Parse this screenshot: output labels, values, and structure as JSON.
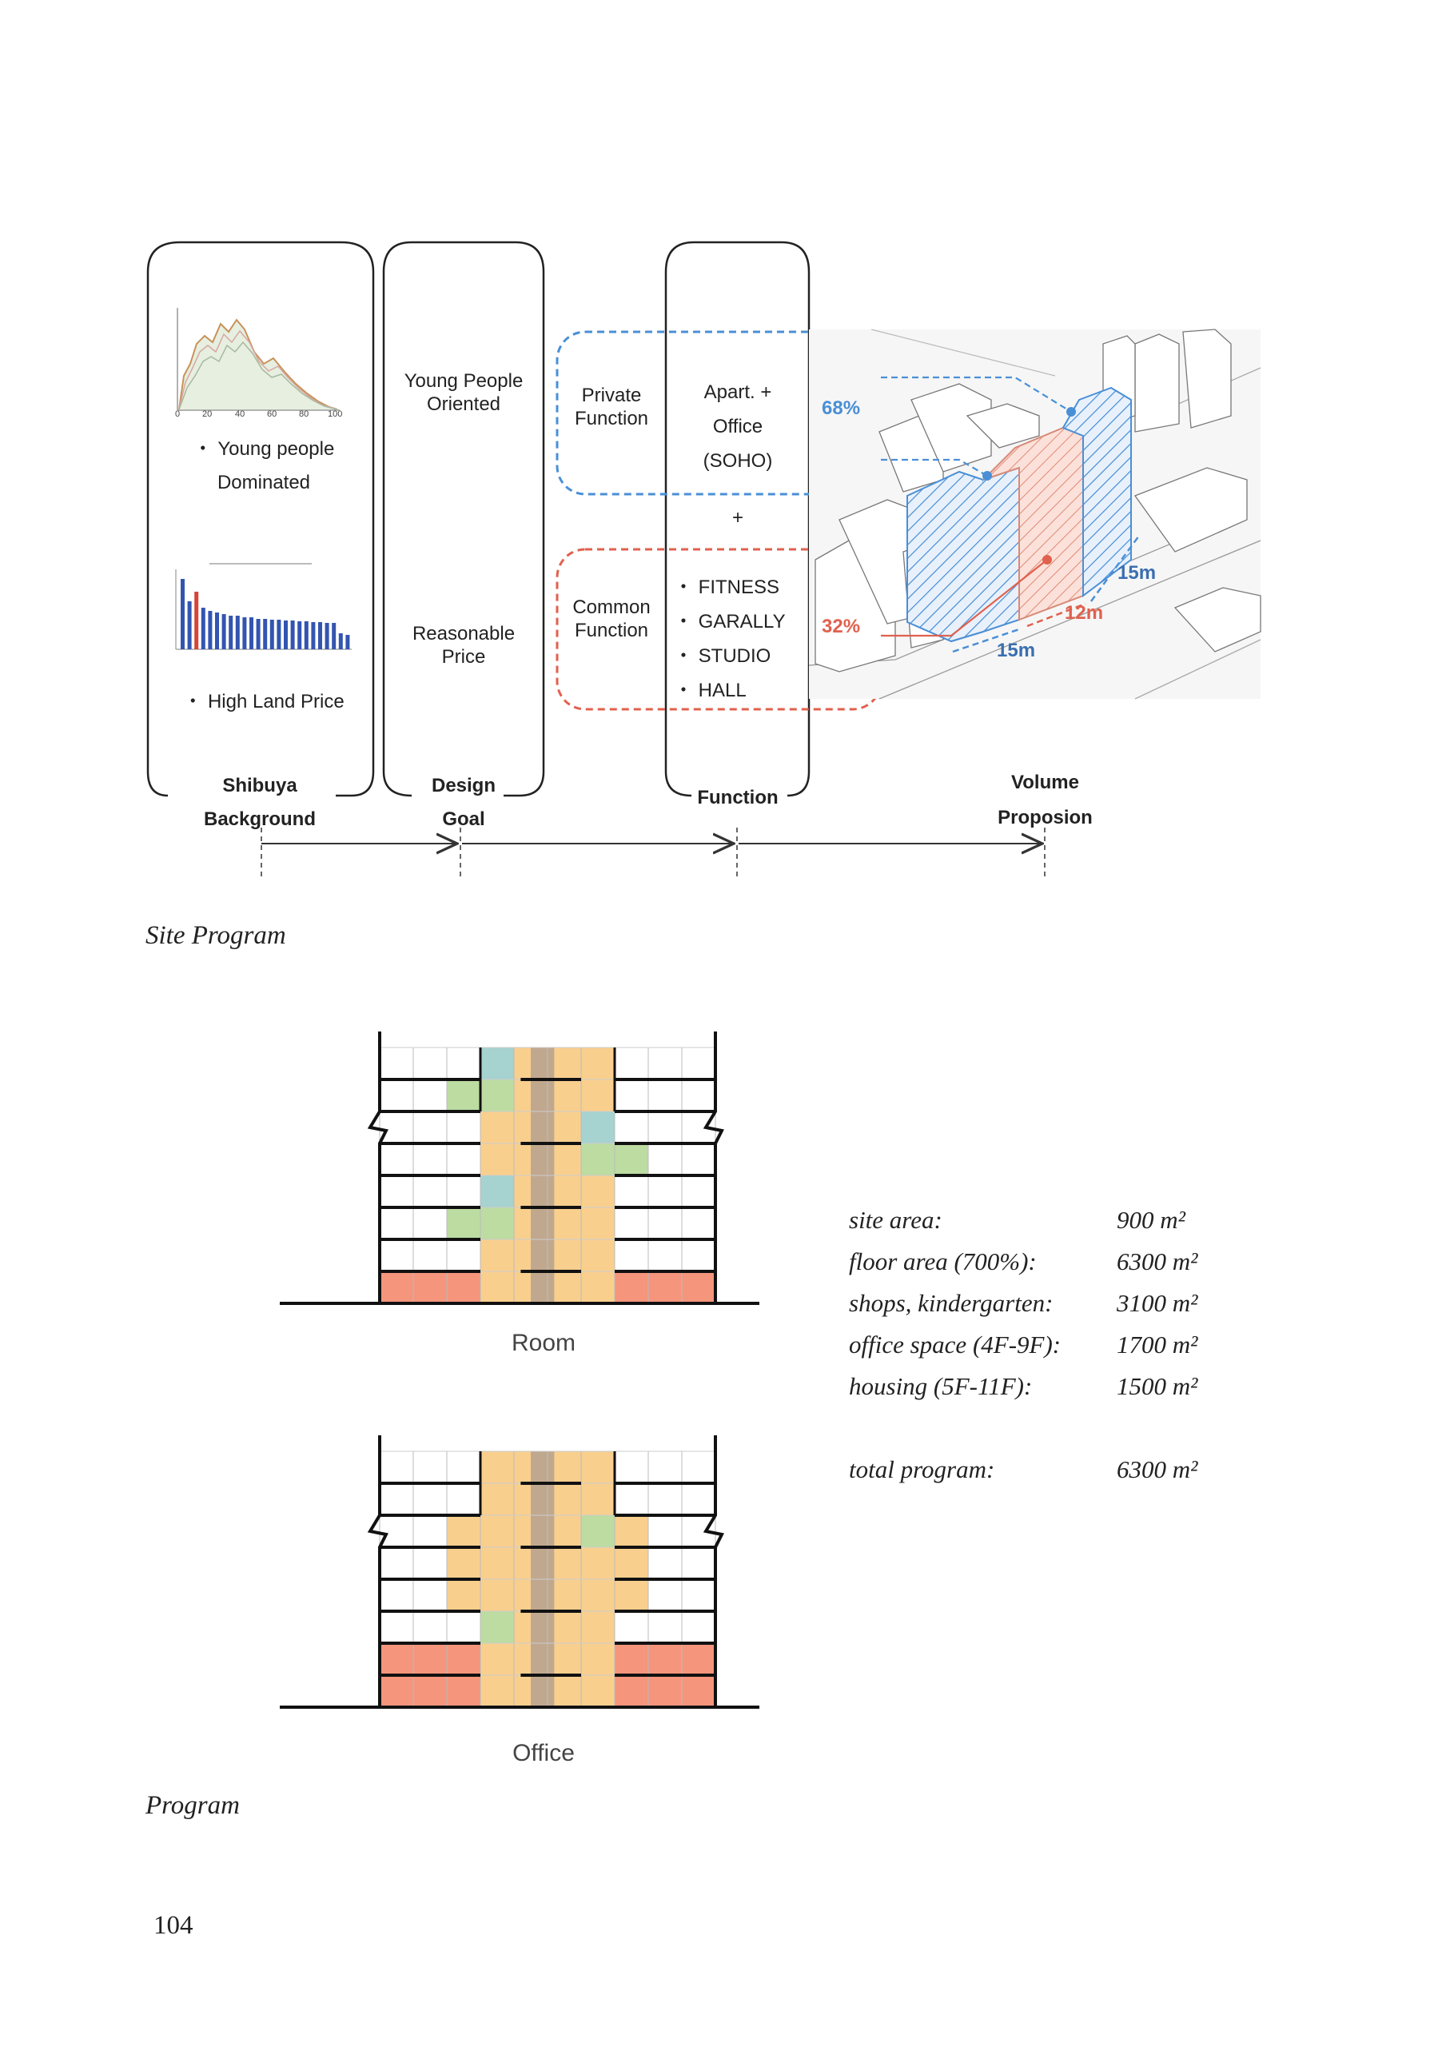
{
  "site_program": {
    "caption": "Site Program",
    "columns": {
      "background": {
        "label_line1": "Shibuya",
        "label_line2": "Background",
        "item1_line1": "・ Young people",
        "item1_line2": "Dominated",
        "item2": "・ High Land Price",
        "age_chart_ticks": [
          "0",
          "20",
          "40",
          "60",
          "80",
          "100"
        ]
      },
      "design_goal": {
        "label_line1": "Design",
        "label_line2": "Goal",
        "item1_line1": "Young People",
        "item1_line2": "Oriented",
        "item2_line1": "Reasonable",
        "item2_line2": "Price"
      },
      "function": {
        "label": "Function",
        "private_line1": "Private",
        "private_line2": "Function",
        "apart_line1": "Apart. +",
        "apart_line2": "Office",
        "apart_line3": "(SOHO)",
        "plus": "+",
        "common_line1": "Common",
        "common_line2": "Function",
        "common_items": [
          "・ FITNESS",
          "・ GARALLY",
          "・ STUDIO",
          "・ HALL"
        ]
      },
      "volume": {
        "label_line1": "Volume",
        "label_line2": "Proposion",
        "private_pct": "68%",
        "common_pct": "32%",
        "dims": [
          "15m",
          "12m",
          "15m"
        ]
      }
    }
  },
  "program": {
    "caption": "Program",
    "room_label": "Room",
    "office_label": "Office",
    "stats": [
      {
        "label": "site area:",
        "value": "900 m²"
      },
      {
        "label": "floor area (700%):",
        "value": "6300 m²"
      },
      {
        "label": "shops, kindergarten:",
        "value": "3100 m²"
      },
      {
        "label": "office space (4F-9F):",
        "value": "1700 m²"
      },
      {
        "label": "housing (5F-11F):",
        "value": "1500 m²"
      }
    ],
    "total": {
      "label": "total program:",
      "value": "6300 m²"
    }
  },
  "page_number": "104",
  "colors": {
    "private": "#4a8fd6",
    "common": "#e0614e",
    "orange_fill": "#f9cf8e",
    "red_fill": "#f4957c",
    "green_fill": "#bcdca2",
    "blue_fill": "#a6d2cf",
    "core_fill": "#c0a88f",
    "bar_blue": "#3355b0",
    "bar_red": "#d8433a"
  },
  "icons": {
    "arrow": "arrow-right-icon"
  }
}
